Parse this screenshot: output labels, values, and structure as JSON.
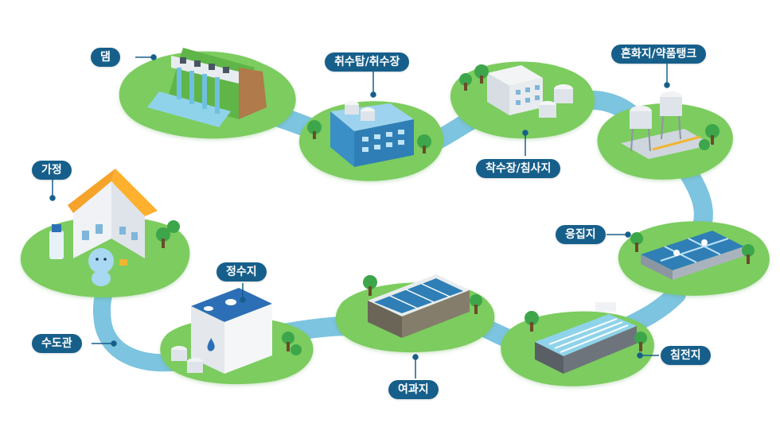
{
  "colors": {
    "river": "#7cc4df",
    "island": "#7ccc5f",
    "island_edge": "#5fb548",
    "label_bg": "#175f8b",
    "label_text": "#ffffff",
    "connector": "#175f8b"
  },
  "labels": {
    "dam": "댐",
    "intake": "취수탑/취수장",
    "settling": "착수장/침사지",
    "mixing": "혼화지/약품탱크",
    "coagulation": "응집지",
    "sedimentation": "침전지",
    "filtration": "여과지",
    "clearwell": "정수지",
    "pipe": "수도관",
    "home": "가정"
  }
}
